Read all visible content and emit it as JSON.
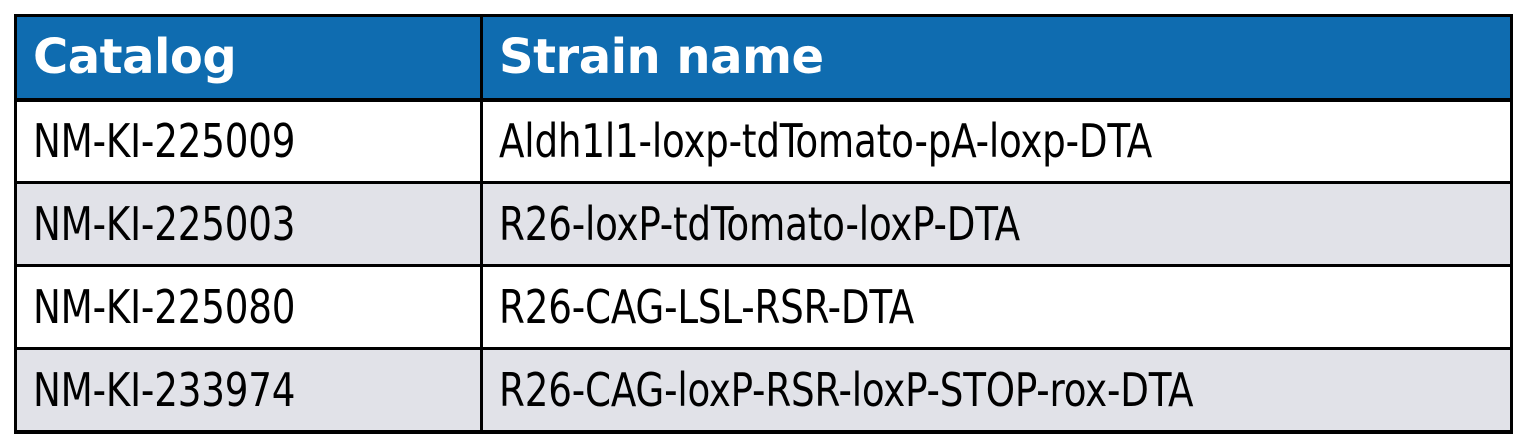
{
  "table": {
    "columns": [
      {
        "key": "catalog",
        "label": "Catalog"
      },
      {
        "key": "strain_name",
        "label": "Strain name"
      }
    ],
    "header_background": "#0F6CB0",
    "header_text_color": "#FFFFFF",
    "row_alt_background": "#E1E2E8",
    "row_background": "#FFFFFF",
    "border_color": "#000000",
    "rows": [
      {
        "catalog": "NM-KI-225009",
        "strain_name": "Aldh1l1-loxp-tdTomato-pA-loxp-DTA"
      },
      {
        "catalog": "NM-KI-225003",
        "strain_name": "R26-loxP-tdTomato-loxP-DTA"
      },
      {
        "catalog": "NM-KI-225080",
        "strain_name": "R26-CAG-LSL-RSR-DTA"
      },
      {
        "catalog": "NM-KI-233974",
        "strain_name": "R26-CAG-loxP-RSR-loxP-STOP-rox-DTA"
      }
    ]
  }
}
